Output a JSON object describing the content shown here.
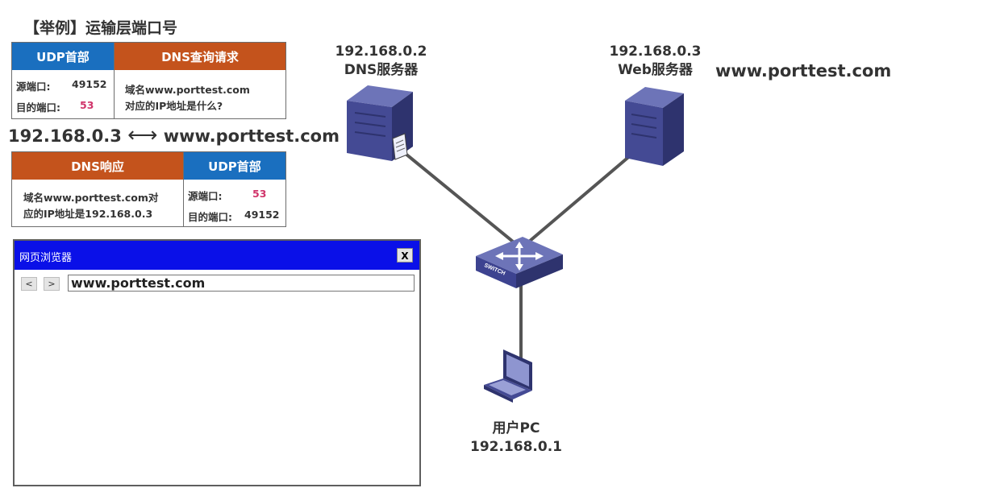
{
  "title": "【举例】运输层端口号",
  "dns_query": {
    "udp_header": "UDP首部",
    "payload_header": "DNS查询请求",
    "src_port_label": "源端口:",
    "src_port_value": "49152",
    "dst_port_label": "目的端口:",
    "dst_port_value": "53",
    "payload_line1": "域名www.porttest.com",
    "payload_line2": "对应的IP地址是什么?"
  },
  "mapping": {
    "ip": "192.168.0.3",
    "arrow": "⟷",
    "domain": "www.porttest.com"
  },
  "dns_response": {
    "payload_header": "DNS响应",
    "udp_header": "UDP首部",
    "payload_line1": "域名www.porttest.com对",
    "payload_line2": "应的IP地址是192.168.0.3",
    "src_port_label": "源端口:",
    "src_port_value": "53",
    "dst_port_label": "目的端口:",
    "dst_port_value": "49152"
  },
  "browser": {
    "title": "网页浏览器",
    "close": "X",
    "back": "<",
    "forward": ">",
    "url": "www.porttest.com"
  },
  "nodes": {
    "dns_server": {
      "ip": "192.168.0.2",
      "name": "DNS服务器"
    },
    "web_server": {
      "ip": "192.168.0.3",
      "name": "Web服务器",
      "domain": "www.porttest.com"
    },
    "switch": {
      "label": "SWITCH"
    },
    "user_pc": {
      "name": "用户PC",
      "ip": "192.168.0.1"
    }
  }
}
